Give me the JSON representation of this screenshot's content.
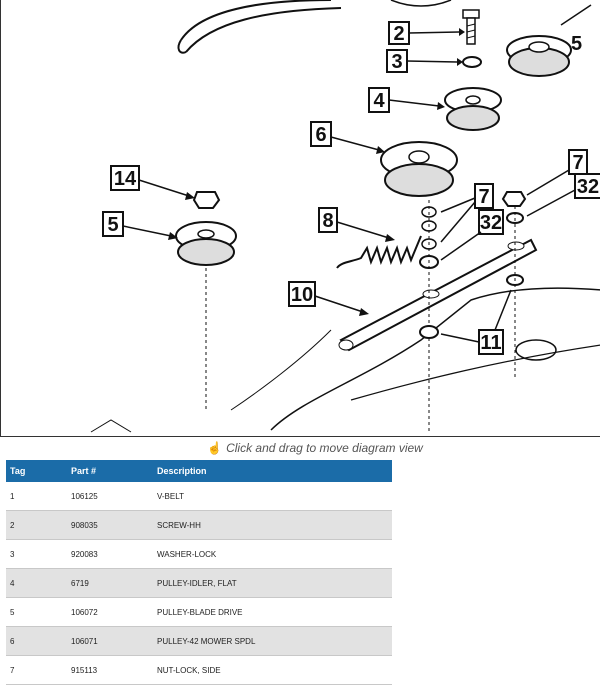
{
  "diagram": {
    "callouts": [
      "2",
      "3",
      "4",
      "5",
      "6",
      "7",
      "7",
      "32",
      "32",
      "8",
      "10",
      "11",
      "14",
      "5"
    ]
  },
  "drag_hint": "Click and drag to move diagram view",
  "table": {
    "headers": {
      "tag": "Tag",
      "part": "Part #",
      "description": "Description"
    },
    "rows": [
      {
        "tag": "1",
        "part": "106125",
        "description": "V-BELT"
      },
      {
        "tag": "2",
        "part": "908035",
        "description": "SCREW-HH"
      },
      {
        "tag": "3",
        "part": "920083",
        "description": "WASHER-LOCK"
      },
      {
        "tag": "4",
        "part": "6719",
        "description": "PULLEY-IDLER, FLAT"
      },
      {
        "tag": "5",
        "part": "106072",
        "description": "PULLEY-BLADE DRIVE"
      },
      {
        "tag": "6",
        "part": "106071",
        "description": "PULLEY-42 MOWER SPDL"
      },
      {
        "tag": "7",
        "part": "915113",
        "description": "NUT-LOCK, SIDE"
      }
    ]
  }
}
